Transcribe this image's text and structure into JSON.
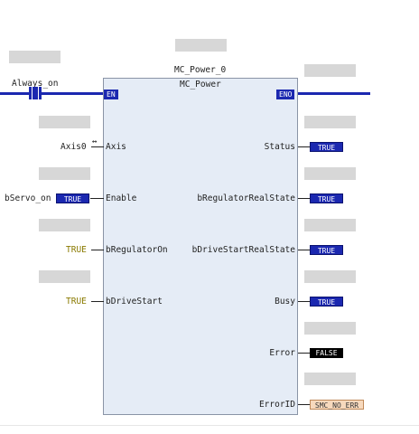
{
  "instance_name": "MC_Power_0",
  "block_type": "MC_Power",
  "rung": {
    "contact_label": "Always_on"
  },
  "en": "EN",
  "eno": "ENO",
  "inputs": [
    {
      "pin": "Axis",
      "value": "Axis0",
      "connector": "↔"
    },
    {
      "pin": "Enable",
      "value": "bServo_on",
      "badge": "TRUE"
    },
    {
      "pin": "bRegulatorOn",
      "value": "TRUE"
    },
    {
      "pin": "bDriveStart",
      "value": "TRUE"
    }
  ],
  "outputs": [
    {
      "pin": "Status",
      "badge": "TRUE"
    },
    {
      "pin": "bRegulatorRealState",
      "badge": "TRUE"
    },
    {
      "pin": "bDriveStartRealState",
      "badge": "TRUE"
    },
    {
      "pin": "Busy",
      "badge": "TRUE"
    },
    {
      "pin": "Error",
      "badge": "FALSE"
    },
    {
      "pin": "ErrorID",
      "badge": "SMC_NO_ERR"
    }
  ],
  "colors": {
    "wire_blue": "#1b28b0",
    "block_fill": "#e5ecf6",
    "false_badge": "#000000",
    "errid_badge": "#f7d9bd"
  }
}
